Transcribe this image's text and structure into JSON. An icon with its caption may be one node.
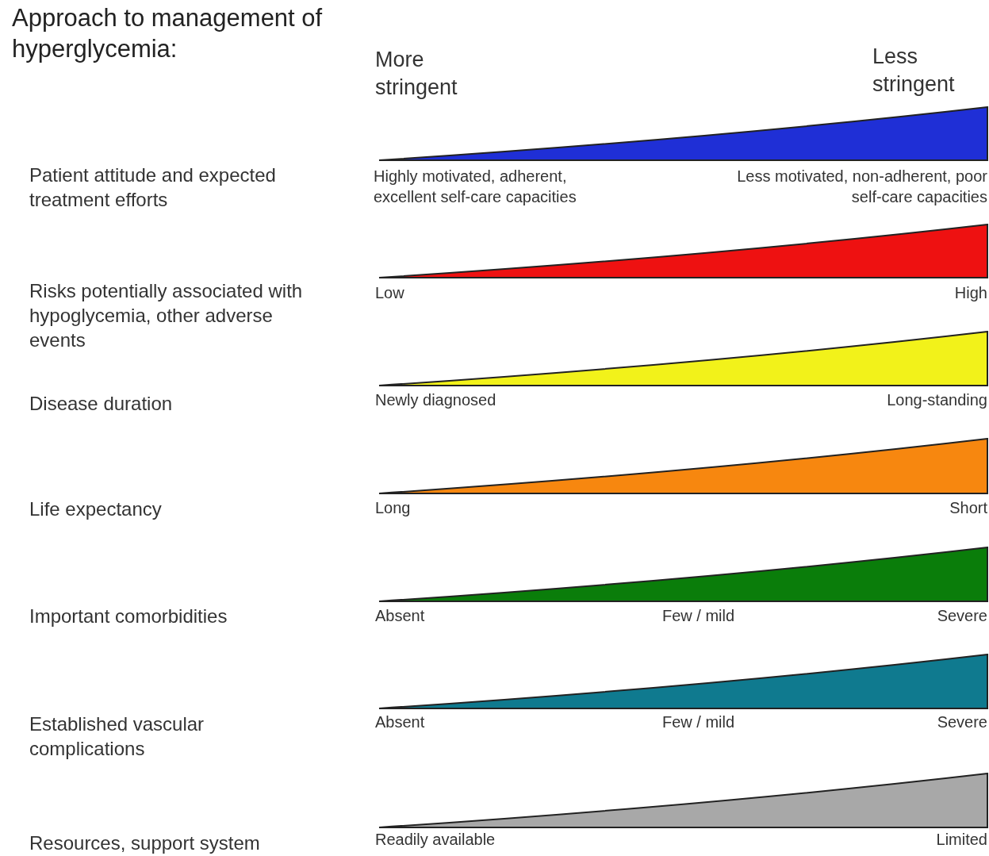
{
  "diagram": {
    "title": "Approach to management of hyperglycemia:",
    "nodes": [
      {
        "text": [],
        "shape": "triangle"
      },
      {
        "text": [],
        "shape": "triangle"
      },
      {
        "text": [],
        "shape": "triangle"
      },
      {
        "text": [],
        "shape": "triangle"
      },
      {
        "text": [],
        "shape": "triangle"
      },
      {
        "text": [],
        "shape": "triangle"
      },
      {
        "text": [],
        "shape": "triangle"
      }
    ],
    "labels": [
      "More stringent",
      "Less stringent",
      "Patient attitude and expected treatment efforts",
      "Highly motivated, adherent, excellent self-care capacities",
      "Less motivated, non-adherent, poor self-care capacities",
      "Risks potentially associated with hypoglycemia, other adverse events",
      "Low",
      "High",
      "Disease duration",
      "Newly diagnosed",
      "Long-standing",
      "Life expectancy",
      "Long",
      "Short",
      "Important comorbidities",
      "Absent",
      "Few / mild",
      "Severe",
      "Established vascular complications",
      "Absent",
      "Few / mild",
      "Severe",
      "Resources, support system",
      "Readily available",
      "Limited"
    ]
  }
}
